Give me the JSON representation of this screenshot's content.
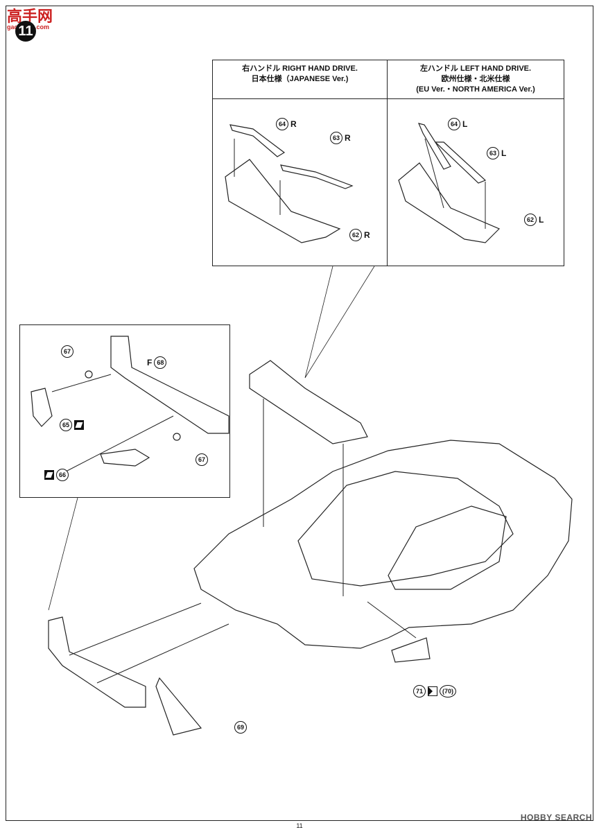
{
  "step": "11",
  "watermark": {
    "text": "高手网",
    "sub": "gao.shou.com"
  },
  "right_hand": {
    "line1": "右ハンドル RIGHT HAND DRIVE.",
    "line2": "日本仕様（JAPANESE Ver.)",
    "labels": {
      "p64": "64",
      "p63": "63",
      "p62": "62",
      "suffix": "R"
    }
  },
  "left_hand": {
    "line1": "左ハンドル LEFT HAND DRIVE.",
    "line2": "欧州仕様・北米仕様",
    "line3": "(EU Ver.・NORTH AMERICA Ver.)",
    "labels": {
      "p64": "64",
      "p63": "63",
      "p62": "62",
      "suffix": "L"
    }
  },
  "detail": {
    "p67a": "67",
    "p68_prefix": "F",
    "p68": "68",
    "p65": "65",
    "p66": "66",
    "p67b": "67"
  },
  "main": {
    "p71": "71",
    "p70": "(70)",
    "p69": "69"
  },
  "page_number": "11",
  "brand": "HOBBY SEARCH"
}
